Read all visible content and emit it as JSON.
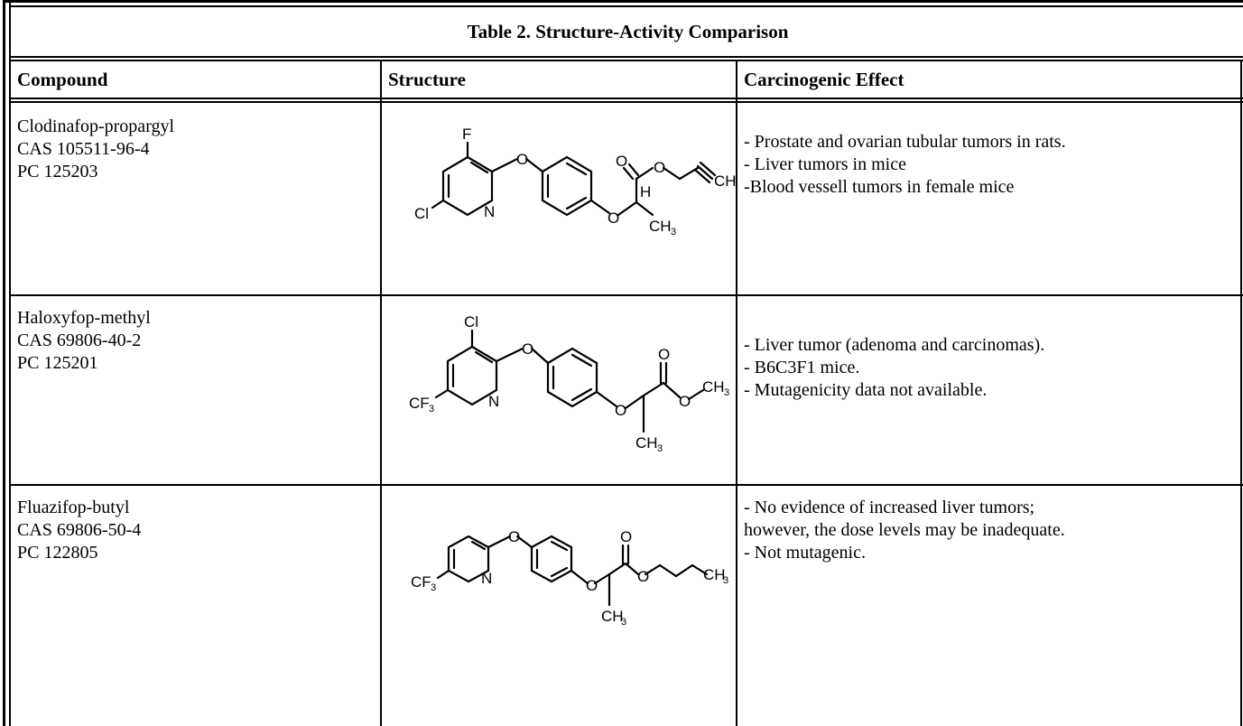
{
  "table": {
    "title": "Table 2.  Structure-Activity Comparison",
    "headers": [
      "Compound",
      "Structure",
      "Carcinogenic Effect"
    ],
    "rows": [
      {
        "compound": [
          "Clodinafop-propargyl",
          "CAS 105511-96-4",
          "PC 125203"
        ],
        "effects": [
          "- Prostate and ovarian tubular tumors in rats.",
          "- Liver tumors in mice",
          "-Blood vessell tumors in female mice"
        ]
      },
      {
        "compound": [
          "Haloxyfop-methyl",
          "CAS 69806-40-2",
          "PC 125201"
        ],
        "effects": [
          "- Liver tumor (adenoma and carcinomas).",
          "- B6C3F1 mice.",
          "- Mutagenicity data not available."
        ]
      },
      {
        "compound": [
          "Fluazifop-butyl",
          "CAS 69806-50-4",
          "PC 122805"
        ],
        "effects": [
          "- No evidence of increased liver tumors;",
          "however, the dose levels may be inadequate.",
          "- Not mutagenic."
        ]
      }
    ]
  },
  "structures": {
    "s1": {
      "F": "F",
      "O1": "O",
      "O2": "O",
      "O3": "O",
      "O4": "O",
      "N": "N",
      "Cl": "Cl",
      "H": "H",
      "CH": "CH",
      "CH3": "CH",
      "sub3": "3"
    },
    "s2": {
      "Cl": "Cl",
      "O1": "O",
      "O2": "O",
      "O3": "O",
      "O4": "O",
      "N": "N",
      "CF3": "CF",
      "sub3a": "3",
      "CH3a": "CH",
      "sub3b": "3",
      "CH3b": "CH",
      "sub3c": "3"
    },
    "s3": {
      "O1": "O",
      "O2": "O",
      "O3": "O",
      "O4": "O",
      "N": "N",
      "CF3": "CF",
      "sub3a": "3",
      "CH3a": "CH",
      "sub3b": "3",
      "CH3b": "CH",
      "sub3c": "3"
    }
  }
}
